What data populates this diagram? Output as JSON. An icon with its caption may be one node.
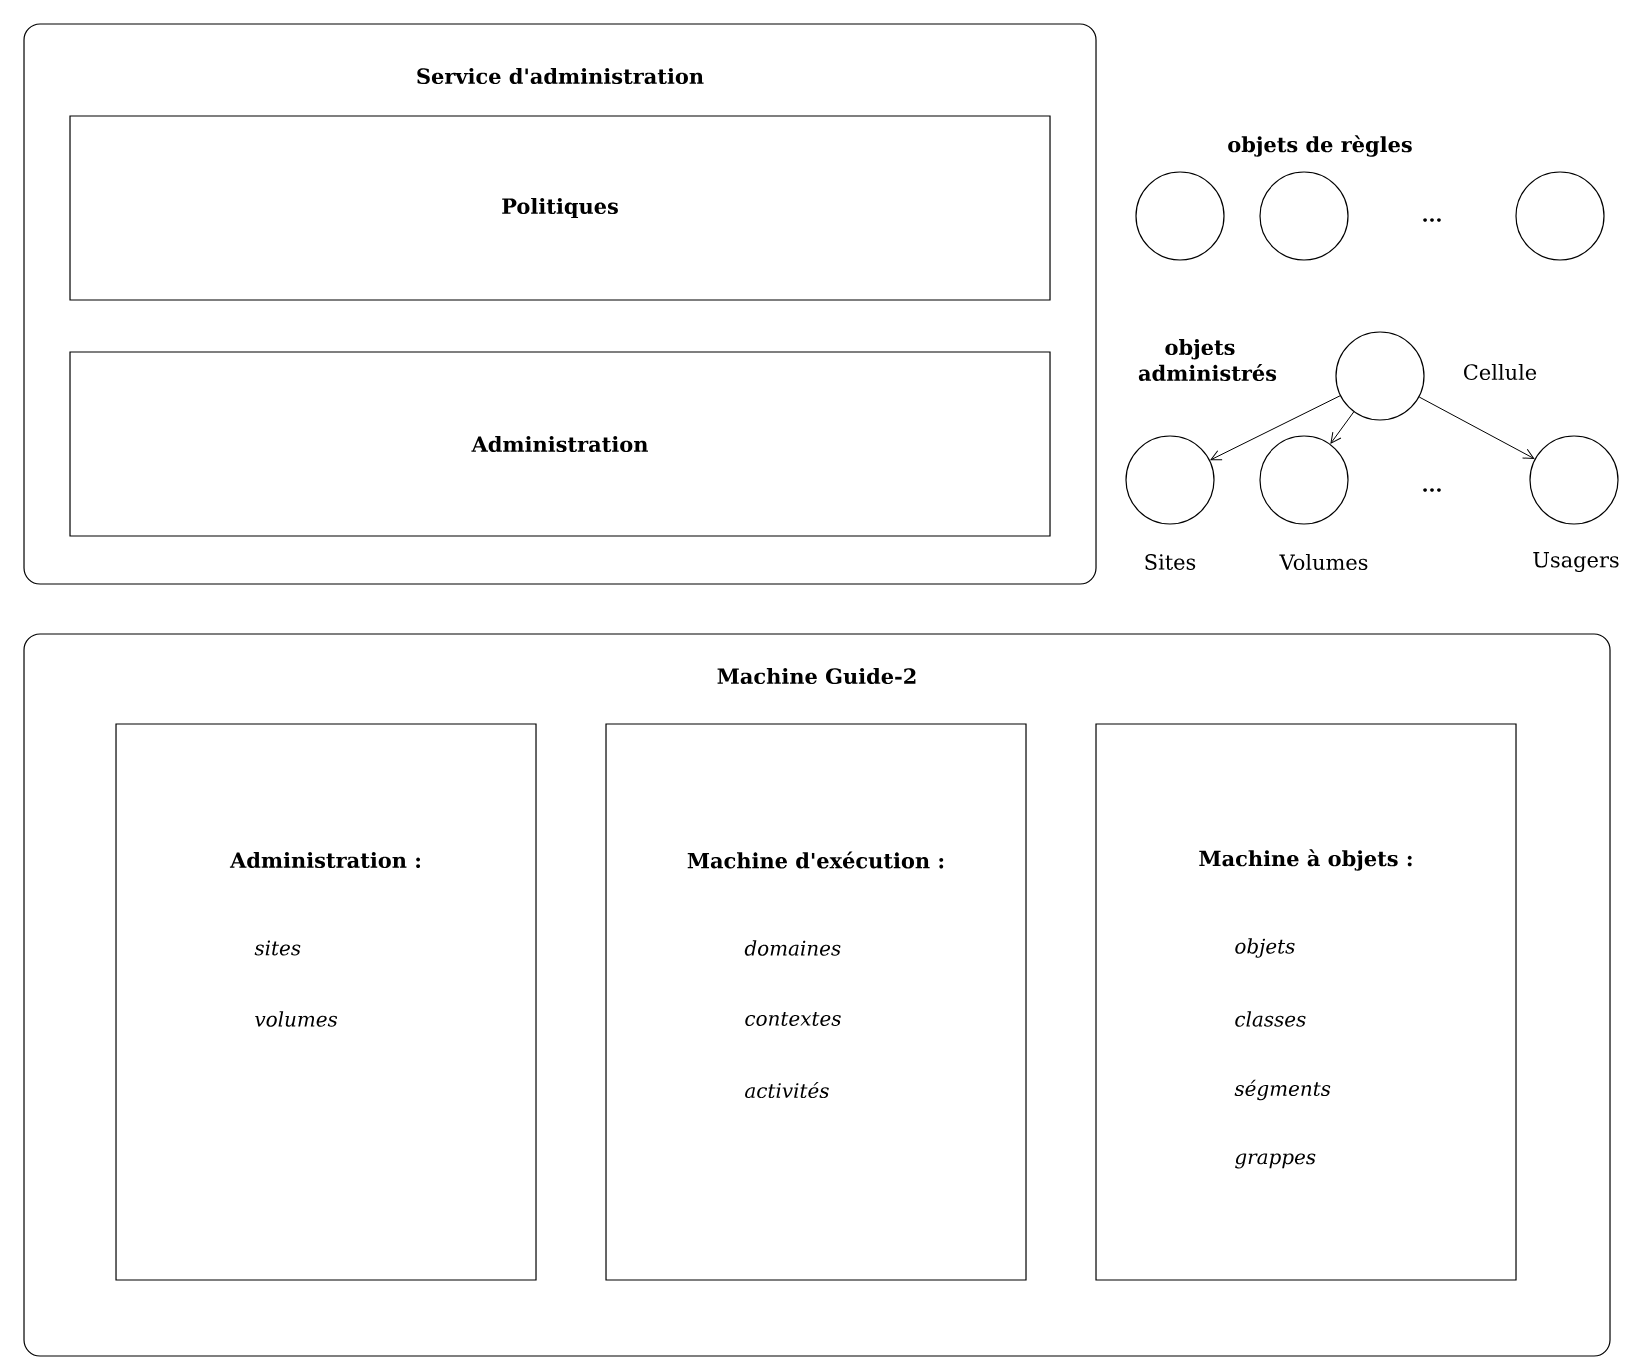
{
  "diagram": {
    "nodes": [
      {
        "text": [
          "Service d'administration"
        ]
      },
      {
        "text": [
          "Politiques"
        ],
        "in": 0
      },
      {
        "text": [
          "Administration"
        ],
        "in": 0
      },
      {
        "text": [],
        "shape": "circle"
      },
      {
        "text": [],
        "shape": "circle"
      },
      {
        "text": [],
        "shape": "circle"
      },
      {
        "text": [],
        "shape": "circle",
        "beside": [
          "Cellule"
        ]
      },
      {
        "text": [],
        "shape": "circle",
        "beside": [
          "Sites"
        ]
      },
      {
        "text": [],
        "shape": "circle",
        "beside": [
          "Volumes"
        ]
      },
      {
        "text": [],
        "shape": "circle",
        "beside": [
          "Usagers"
        ]
      },
      {
        "text": [
          "Machine Guide-2"
        ]
      },
      {
        "text": [
          "Administration :",
          "sites",
          "volumes"
        ],
        "in": 10
      },
      {
        "text": [
          "Machine d'exécution :",
          "domaines",
          "contextes",
          "activités"
        ],
        "in": 10
      },
      {
        "text": [
          "Machine à objets :",
          "objets",
          "classes",
          "ségments",
          "grappes"
        ],
        "in": 10
      }
    ],
    "edges": [
      {
        "from": 6,
        "to": 7,
        "arrow": "to"
      },
      {
        "from": 6,
        "to": 8,
        "arrow": "to"
      },
      {
        "from": 6,
        "to": 9,
        "arrow": "to"
      }
    ],
    "labels": [
      "objets de règles",
      "...",
      "objets administrés",
      "..."
    ]
  }
}
